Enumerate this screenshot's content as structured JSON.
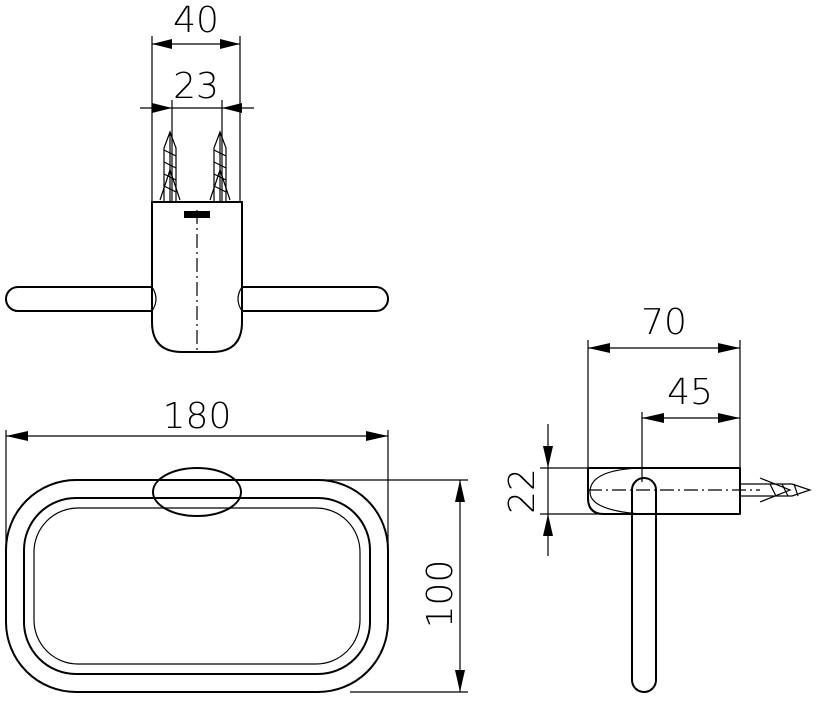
{
  "dimensions": {
    "top_width": "40",
    "top_inner": "23",
    "front_width": "180",
    "front_height": "100",
    "side_depth": "70",
    "side_offset": "45",
    "side_thickness": "22"
  },
  "colors": {
    "line": "#000000",
    "background": "#ffffff"
  }
}
